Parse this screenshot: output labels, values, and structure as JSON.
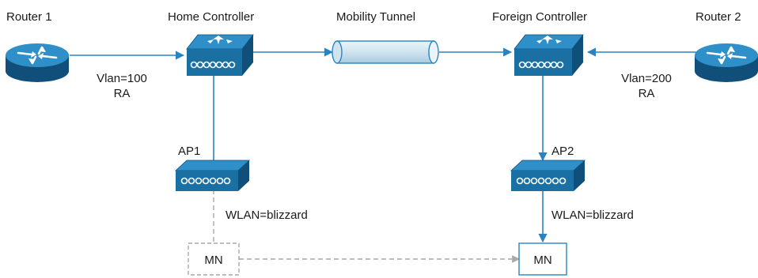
{
  "labels": {
    "router1": "Router 1",
    "router2": "Router 2",
    "home_controller": "Home Controller",
    "foreign_controller": "Foreign Controller",
    "mobility_tunnel": "Mobility Tunnel",
    "ap1": "AP1",
    "ap2": "AP2",
    "vlan_left_line1": "Vlan=100",
    "vlan_left_line2": "RA",
    "vlan_right_line1": "Vlan=200",
    "vlan_right_line2": "RA",
    "wlan_left": "WLAN=blizzard",
    "wlan_right": "WLAN=blizzard",
    "mn_old": "MN",
    "mn_new": "MN"
  },
  "colors": {
    "device_fill": "#1a6fa3",
    "device_dark": "#0f4f7a",
    "device_top": "#2f8fc9",
    "link": "#2a84c0",
    "tunnel_fill": "#d4e8f2",
    "dashed": "#a8a8a8"
  },
  "icons": {
    "router": "router-icon",
    "controller": "wireless-controller-icon",
    "access_point": "access-point-icon"
  }
}
